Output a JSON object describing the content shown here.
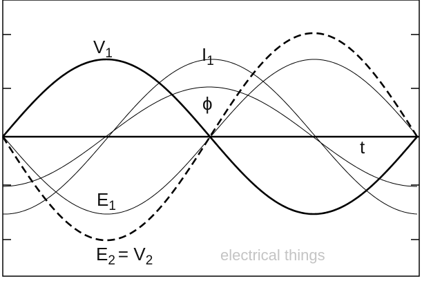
{
  "labels": {
    "v1": {
      "main": "V",
      "sub": "1"
    },
    "i1": {
      "main": "I",
      "sub": "1"
    },
    "phi": "ϕ",
    "t": "t",
    "e1": {
      "main": "E",
      "sub": "1"
    },
    "e2v2": {
      "main1": "E",
      "sub1": "2",
      "eq": "= ",
      "main2": "V",
      "sub2": "2"
    }
  },
  "watermark": "electrical things",
  "colors": {
    "background": "#ffffff",
    "curve": "#000000",
    "watermark": "#c4c4c4"
  },
  "curves": [
    {
      "key": "v1",
      "style": "thick-solid"
    },
    {
      "key": "e2v2",
      "style": "thick-dashed"
    },
    {
      "key": "i1",
      "style": "thin-solid"
    },
    {
      "key": "phi",
      "style": "thin-solid"
    },
    {
      "key": "e1",
      "style": "thin-solid"
    }
  ]
}
